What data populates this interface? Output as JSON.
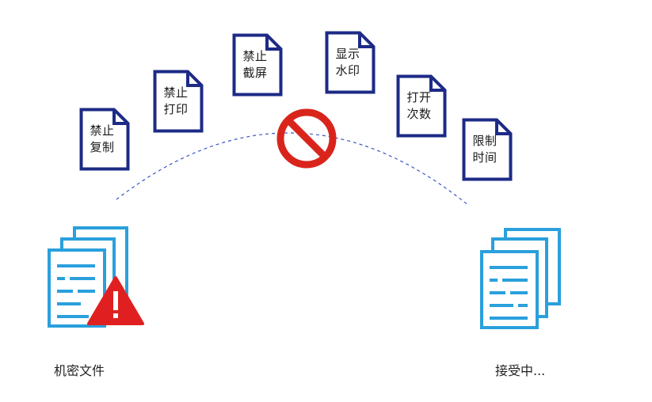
{
  "colors": {
    "doc_border": "#1d2a86",
    "file_blue": "#2aa0dc",
    "warning_red": "#e02020",
    "prohibit_red": "#d9241c",
    "arc": "#3a56c8"
  },
  "icons": {
    "center": "prohibit-icon",
    "left": "warning-icon",
    "files": "document-stack-icon"
  },
  "restrictions": [
    {
      "line1": "禁止",
      "line2": "复制"
    },
    {
      "line1": "禁止",
      "line2": "打印"
    },
    {
      "line1": "禁止",
      "line2": "截屏"
    },
    {
      "line1": "显示",
      "line2": "水印"
    },
    {
      "line1": "打开",
      "line2": "次数"
    },
    {
      "line1": "限制",
      "line2": "时间"
    }
  ],
  "sender": {
    "label": "机密文件"
  },
  "receiver": {
    "label": "接受中..."
  }
}
